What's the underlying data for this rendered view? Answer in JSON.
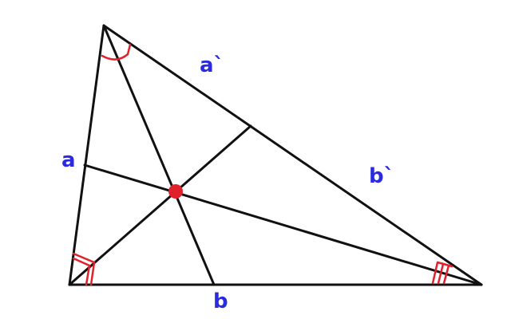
{
  "labels": {
    "a_prime": "a`",
    "a": "a",
    "b_prime": "b`",
    "b": "b"
  },
  "colors": {
    "label": "#2a2ae0",
    "accent": "#e0202a",
    "line": "#111111"
  }
}
